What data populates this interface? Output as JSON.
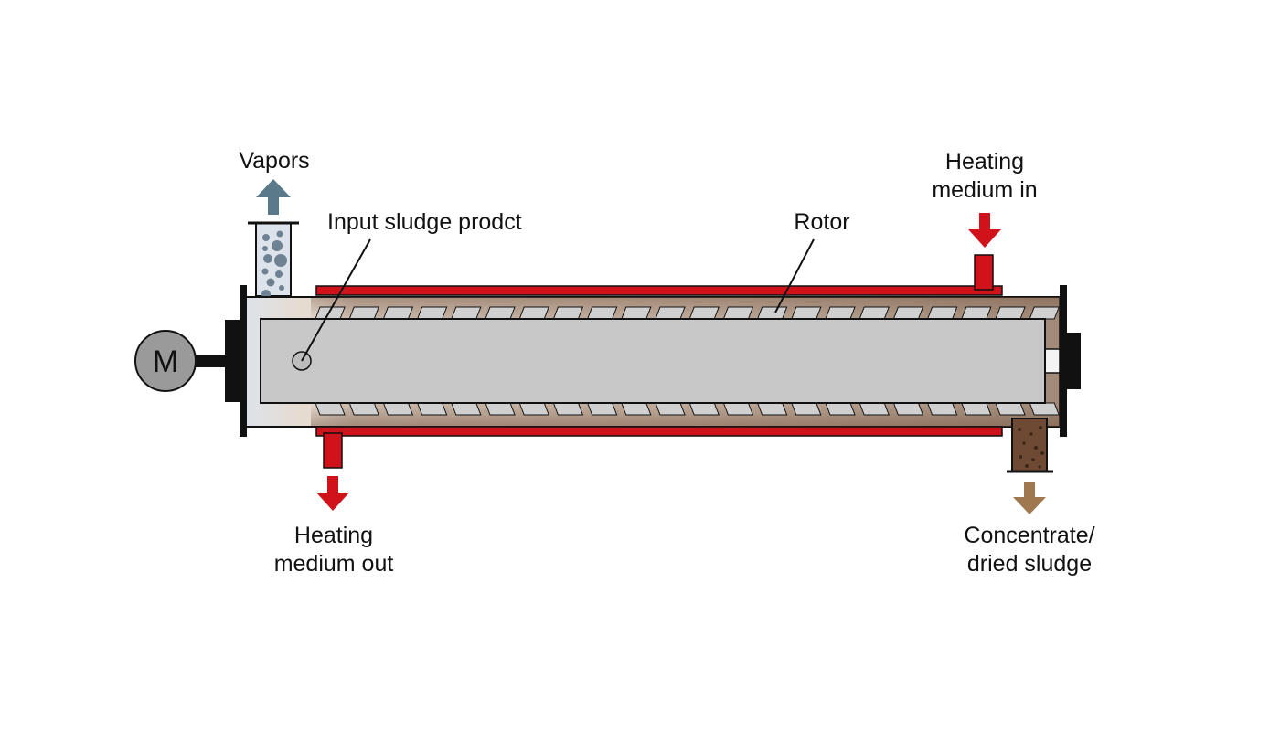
{
  "diagram": {
    "labels": {
      "vapors": "Vapors",
      "input_sludge": "Input sludge prodct",
      "rotor": "Rotor",
      "heating_in_line1": "Heating",
      "heating_in_line2": "medium in",
      "heating_out_line1": "Heating",
      "heating_out_line2": "medium out",
      "concentrate_line1": "Concentrate/",
      "concentrate_line2": "dried sludge",
      "motor": "M"
    },
    "colors": {
      "heating_medium": "#d0121b",
      "vapor_arrow": "#5a7a8c",
      "sludge_arrow": "#a07850",
      "rotor_body": "#c8c8c8",
      "vessel_frame": "#111111",
      "vapor_zone": "#dde3ea",
      "sludge_layer": "#6e4a35",
      "vessel_interior": "#e7d8c8",
      "motor_fill": "#9a9a9a"
    },
    "icons": {
      "vapors_arrow": "arrow-up-icon",
      "heating_in_arrow": "arrow-down-icon",
      "heating_out_arrow": "arrow-down-icon",
      "concentrate_arrow": "arrow-down-icon"
    }
  }
}
